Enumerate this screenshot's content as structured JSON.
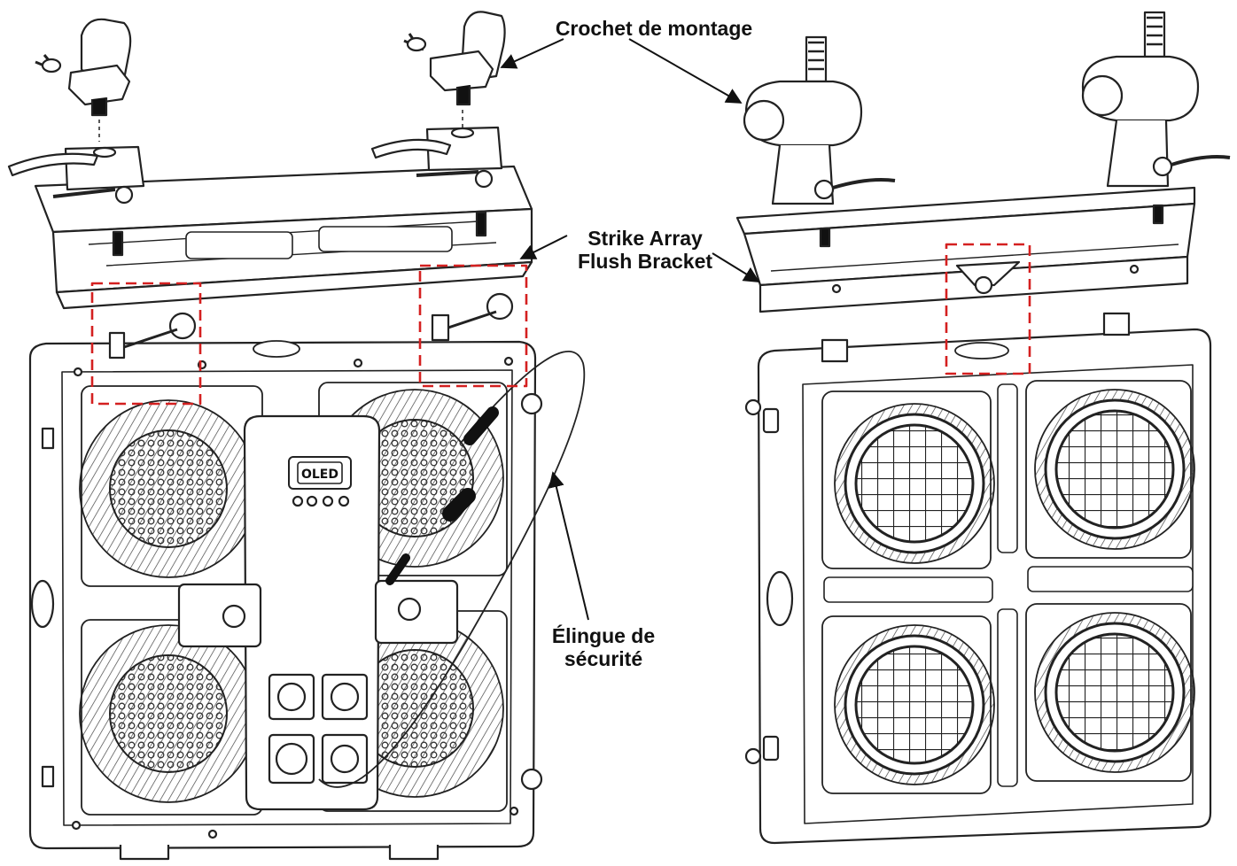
{
  "labels": {
    "mounting_clamp": "Crochet de montage",
    "bracket_line1": "Strike Array",
    "bracket_line2": "Flush Bracket",
    "safety_line1": "Élingue de",
    "safety_line2": "sécurité",
    "display_text": "OLED"
  },
  "colors": {
    "line": "#222222",
    "guide": "#d42020",
    "fill": "#ffffff",
    "dark": "#111111"
  }
}
